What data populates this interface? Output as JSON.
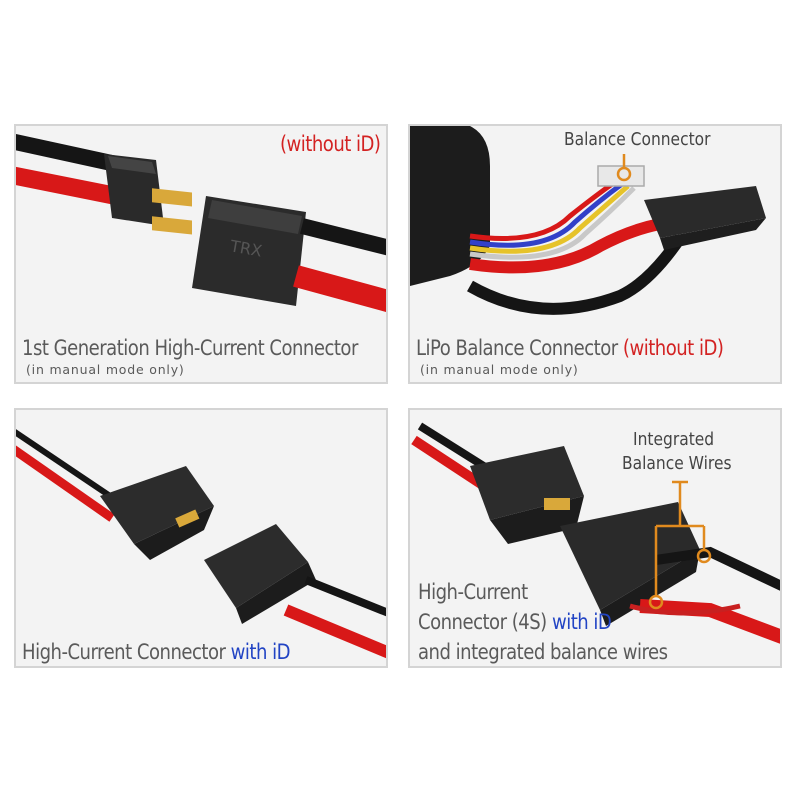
{
  "panels": [
    {
      "caption": "1st Generation High-Current Connector",
      "subcaption": "(in manual mode only)",
      "tag": "(without iD)"
    },
    {
      "caption": "LiPo Balance Connector",
      "caption_tag": "(without iD)",
      "subcaption": "(in manual mode only)",
      "callout": "Balance Connector"
    },
    {
      "caption": "High-Current Connector",
      "caption_tag": "with iD"
    },
    {
      "caption_line1": "High-Current",
      "caption_line2": "Connector (4S)",
      "caption_tag": "with iD",
      "caption_line3": "and integrated balance wires",
      "callout_line1": "Integrated",
      "callout_line2": "Balance Wires"
    }
  ],
  "connector_logo": "TRX",
  "colors": {
    "without_id": "#d32222",
    "with_id": "#2244c4",
    "callout": "#e08a1e",
    "wire_red": "#d81818",
    "wire_black": "#1a1a1a"
  }
}
